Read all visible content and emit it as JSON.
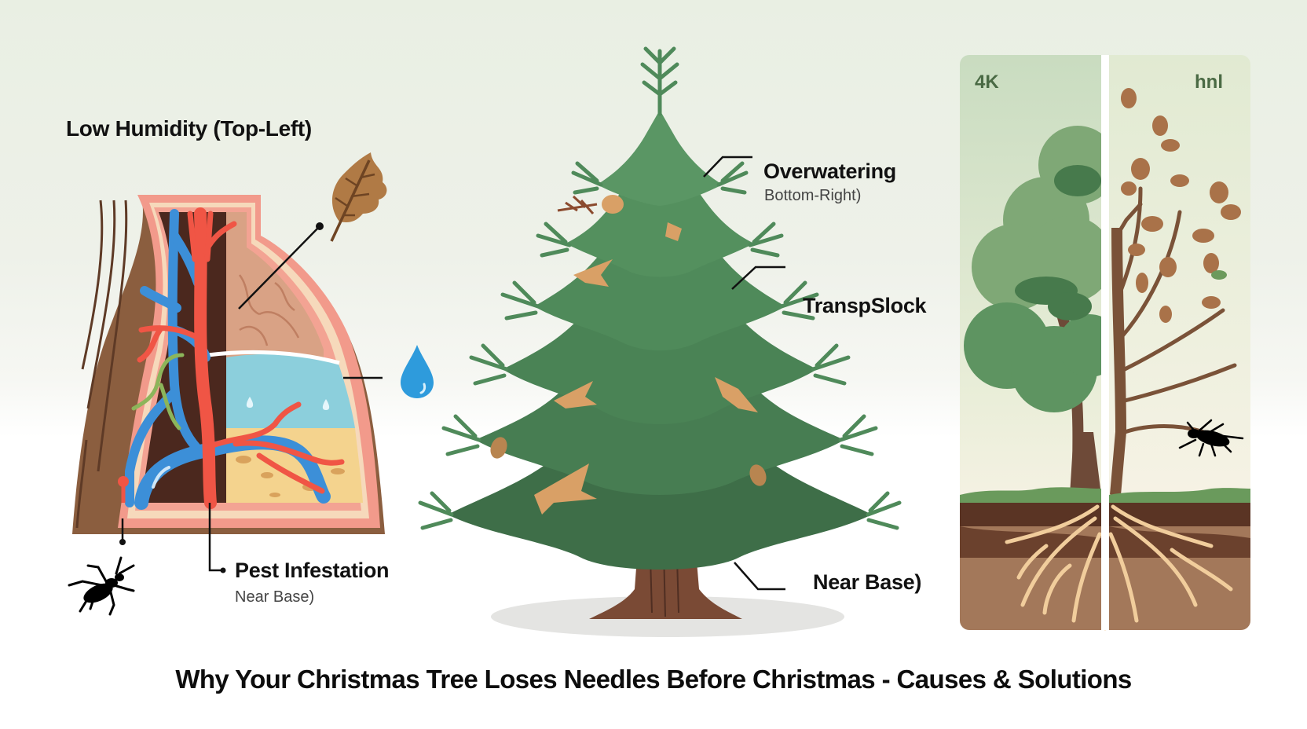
{
  "title": "Why Your Christmas Tree Loses Needles Before Christmas - Causes & Solutions",
  "left_section": {
    "heading": "Low Humidity (Top-Left)",
    "callout_pest": {
      "label": "Pest Infestation",
      "sublabel": "Near Base)"
    },
    "icons": [
      "dry-leaf-icon",
      "water-drop-icon",
      "insect-icon"
    ]
  },
  "center_section": {
    "callouts": [
      {
        "label": "Overwatering",
        "sublabel": "Bottom-Right)"
      },
      {
        "label": "TranspSlock",
        "sublabel": ""
      },
      {
        "label": "Near Base)",
        "sublabel": ""
      }
    ]
  },
  "right_panel": {
    "left_tag": "4K",
    "right_tag": "hnl",
    "left_state": "healthy-tree",
    "right_state": "dying-tree"
  },
  "colors": {
    "tree_green": "#3f7a4c",
    "tree_dark": "#2f5e3a",
    "bark": "#7a5238",
    "blue_vessel": "#3c8fd8",
    "red_vessel": "#f05545",
    "water": "#7ec8d8",
    "soil_dark": "#5a3424",
    "soil_light": "#a3785a",
    "root": "#f1cd9c"
  }
}
